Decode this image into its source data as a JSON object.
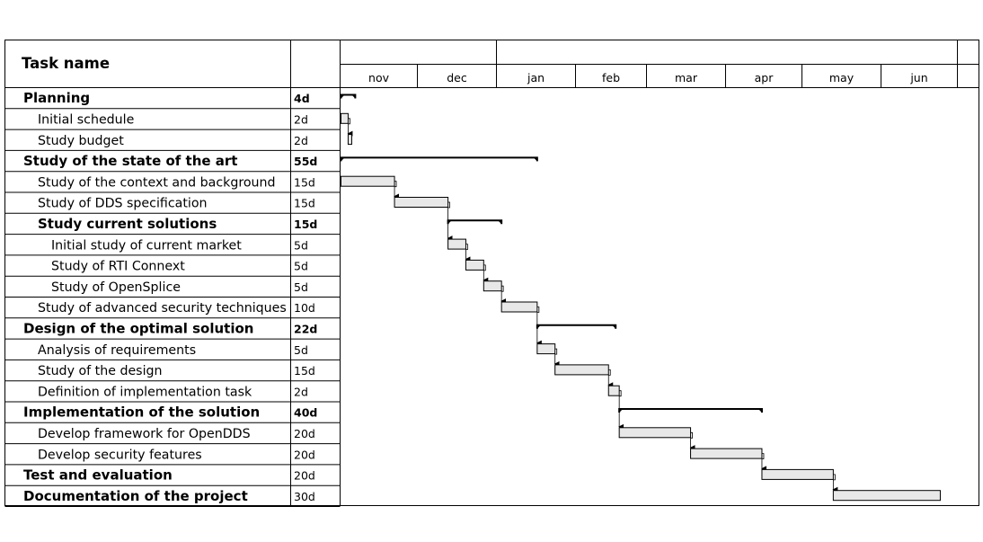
{
  "chart_data": {
    "type": "gantt",
    "columns": {
      "task_header": "Task name",
      "duration_header": ""
    },
    "months": [
      "nov",
      "dec",
      "jan",
      "feb",
      "mar",
      "apr",
      "may",
      "jun"
    ],
    "tasks": [
      {
        "name": "Planning",
        "duration": "4d",
        "level": 0,
        "bold": true,
        "summary": true,
        "start": 0,
        "days": 4
      },
      {
        "name": "Initial schedule",
        "duration": "2d",
        "level": 1,
        "bold": false,
        "summary": false,
        "start": 0,
        "days": 2
      },
      {
        "name": "Study budget",
        "duration": "2d",
        "level": 1,
        "bold": false,
        "summary": false,
        "start": 2,
        "days": 1
      },
      {
        "name": "Study of the state of the art",
        "duration": "55d",
        "level": 0,
        "bold": true,
        "summary": true,
        "start": 0,
        "days": 55
      },
      {
        "name": "Study of the context and background",
        "duration": "15d",
        "level": 1,
        "bold": false,
        "summary": false,
        "start": 0,
        "days": 15
      },
      {
        "name": "Study of DDS specification",
        "duration": "15d",
        "level": 1,
        "bold": false,
        "summary": false,
        "start": 15,
        "days": 15
      },
      {
        "name": "Study current solutions",
        "duration": "15d",
        "level": 1,
        "bold": true,
        "summary": true,
        "start": 30,
        "days": 15
      },
      {
        "name": "Initial study of current market",
        "duration": "5d",
        "level": 2,
        "bold": false,
        "summary": false,
        "start": 30,
        "days": 5
      },
      {
        "name": "Study of RTI Connext",
        "duration": "5d",
        "level": 2,
        "bold": false,
        "summary": false,
        "start": 35,
        "days": 5
      },
      {
        "name": "Study of OpenSplice",
        "duration": "5d",
        "level": 2,
        "bold": false,
        "summary": false,
        "start": 40,
        "days": 5
      },
      {
        "name": "Study of advanced security techniques",
        "duration": "10d",
        "level": 1,
        "bold": false,
        "summary": false,
        "start": 45,
        "days": 10
      },
      {
        "name": "Design of the optimal solution",
        "duration": "22d",
        "level": 0,
        "bold": true,
        "summary": true,
        "start": 55,
        "days": 22
      },
      {
        "name": "Analysis of requirements",
        "duration": "5d",
        "level": 1,
        "bold": false,
        "summary": false,
        "start": 55,
        "days": 5
      },
      {
        "name": "Study of the design",
        "duration": "15d",
        "level": 1,
        "bold": false,
        "summary": false,
        "start": 60,
        "days": 15
      },
      {
        "name": "Definition of implementation task",
        "duration": "2d",
        "level": 1,
        "bold": false,
        "summary": false,
        "start": 75,
        "days": 3
      },
      {
        "name": "Implementation of the solution",
        "duration": "40d",
        "level": 0,
        "bold": true,
        "summary": true,
        "start": 78,
        "days": 40
      },
      {
        "name": "Develop framework for OpenDDS",
        "duration": "20d",
        "level": 1,
        "bold": false,
        "summary": false,
        "start": 78,
        "days": 20
      },
      {
        "name": "Develop security features",
        "duration": "20d",
        "level": 1,
        "bold": false,
        "summary": false,
        "start": 98,
        "days": 20
      },
      {
        "name": "Test and evaluation",
        "duration": "20d",
        "level": 0,
        "bold": true,
        "summary": false,
        "start": 118,
        "days": 20
      },
      {
        "name": "Documentation of the project",
        "duration": "30d",
        "level": 0,
        "bold": true,
        "summary": false,
        "start": 138,
        "days": 30
      }
    ],
    "dependencies": [
      [
        1,
        2
      ],
      [
        4,
        5
      ],
      [
        5,
        7
      ],
      [
        7,
        8
      ],
      [
        8,
        9
      ],
      [
        9,
        10
      ],
      [
        10,
        12
      ],
      [
        12,
        13
      ],
      [
        13,
        14
      ],
      [
        14,
        16
      ],
      [
        16,
        17
      ],
      [
        17,
        18
      ],
      [
        18,
        19
      ]
    ],
    "colors": {
      "bar_fill": "#e8e8e8",
      "line": "#000000",
      "background": "#ffffff"
    }
  }
}
